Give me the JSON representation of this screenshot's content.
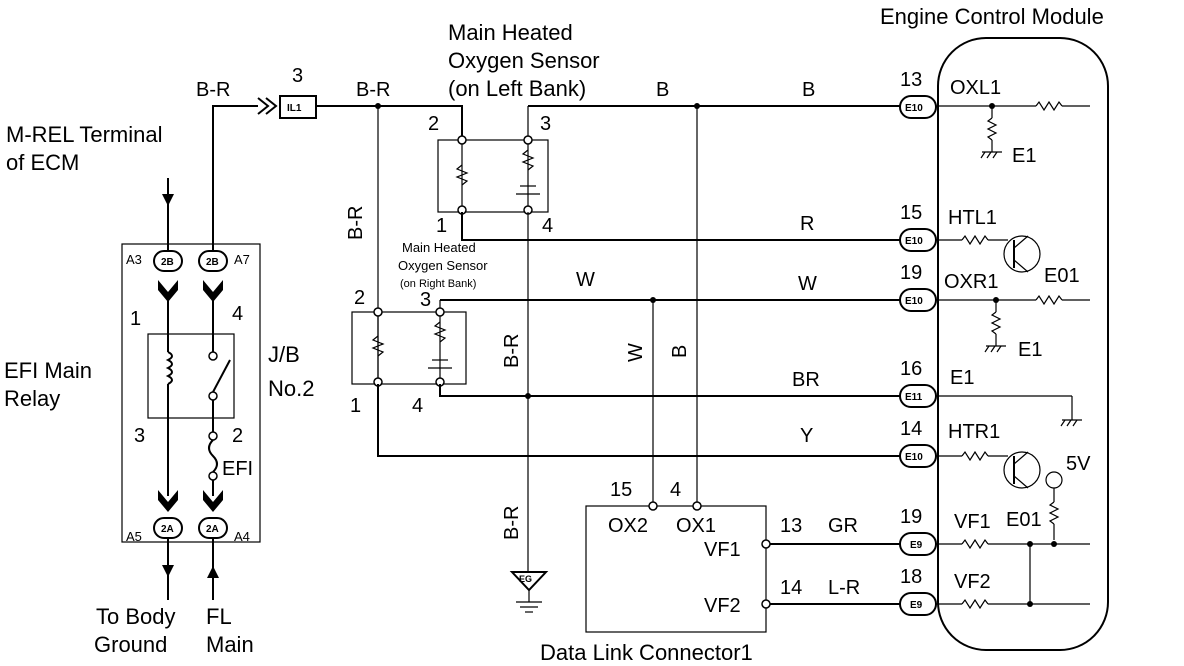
{
  "labels": {
    "ecm_title": "Engine Control Module",
    "mrel_line1": "M-REL Terminal",
    "mrel_line2": "of ECM",
    "efi_line1": "EFI Main",
    "efi_line2": "Relay",
    "jb_line1": "J/B",
    "jb_line2": "No.2",
    "to_body_line1": "To Body",
    "to_body_line2": "Ground",
    "fl_line1": "FL",
    "fl_line2": "Main",
    "efi_fuse": "EFI",
    "left_sensor_line1": "Main Heated",
    "left_sensor_line2": "Oxygen Sensor",
    "left_sensor_line3": "(on Left Bank)",
    "right_sensor_line1": "Main Heated",
    "right_sensor_line2": "Oxygen Sensor",
    "right_sensor_line3": "(on Right Bank)",
    "dlc": "Data Link Connector1",
    "v5": "5V"
  },
  "wire_colors": {
    "br_a": "B-R",
    "br_b": "B-R",
    "br_vert_a": "B-R",
    "br_vert_b": "B-R",
    "br_vert_c": "B-R",
    "b_top_a": "B",
    "b_top_b": "B",
    "r": "R",
    "w_a": "W",
    "w_b": "W",
    "w_vert": "W",
    "b_vert": "B",
    "br_wire": "BR",
    "y": "Y",
    "gr": "GR",
    "lr": "L-R"
  },
  "pin_numbers": {
    "il1_pin": "3",
    "relay_1": "1",
    "relay_4": "4",
    "relay_3": "3",
    "relay_2": "2",
    "ls_2": "2",
    "ls_3": "3",
    "ls_1": "1",
    "ls_4": "4",
    "rs_2": "2",
    "rs_3": "3",
    "rs_1": "1",
    "rs_4": "4",
    "dlc_15": "15",
    "dlc_4": "4",
    "dlc_13": "13",
    "dlc_14": "14",
    "ecm_13": "13",
    "ecm_15": "15",
    "ecm_19a": "19",
    "ecm_16": "16",
    "ecm_14": "14",
    "ecm_19b": "19",
    "ecm_18": "18"
  },
  "connectors": {
    "il1": "IL1",
    "c2b_a": "2B",
    "c2b_b": "2B",
    "c2a_a": "2A",
    "c2a_b": "2A",
    "a3": "A3",
    "a7": "A7",
    "a5": "A5",
    "a4": "A4",
    "e10_a": "E10",
    "e10_b": "E10",
    "e10_c": "E10",
    "e11": "E11",
    "e10_d": "E10",
    "e9_a": "E9",
    "e9_b": "E9",
    "eg": "EG"
  },
  "terminals": {
    "oxl1": "OXL1",
    "e1_a": "E1",
    "htl1": "HTL1",
    "e01_a": "E01",
    "oxr1": "OXR1",
    "e1_b": "E1",
    "e1_c": "E1",
    "htr1": "HTR1",
    "e01_b": "E01",
    "vf1": "VF1",
    "vf2": "VF2",
    "dlc_ox2": "OX2",
    "dlc_ox1": "OX1",
    "dlc_vf1": "VF1",
    "dlc_vf2": "VF2"
  }
}
